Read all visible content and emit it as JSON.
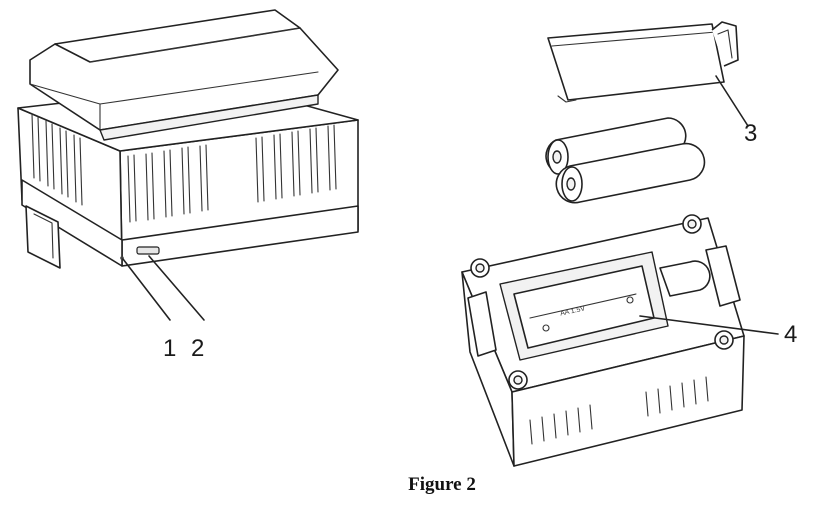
{
  "figure": {
    "caption": "Figure 2",
    "callouts": [
      {
        "id": "1",
        "text": "1"
      },
      {
        "id": "2",
        "text": "2"
      },
      {
        "id": "3",
        "text": "3"
      },
      {
        "id": "4",
        "text": "4"
      }
    ],
    "battery_label": "AA 1.5V",
    "colors": {
      "line": "#222222",
      "background": "#ffffff"
    }
  }
}
